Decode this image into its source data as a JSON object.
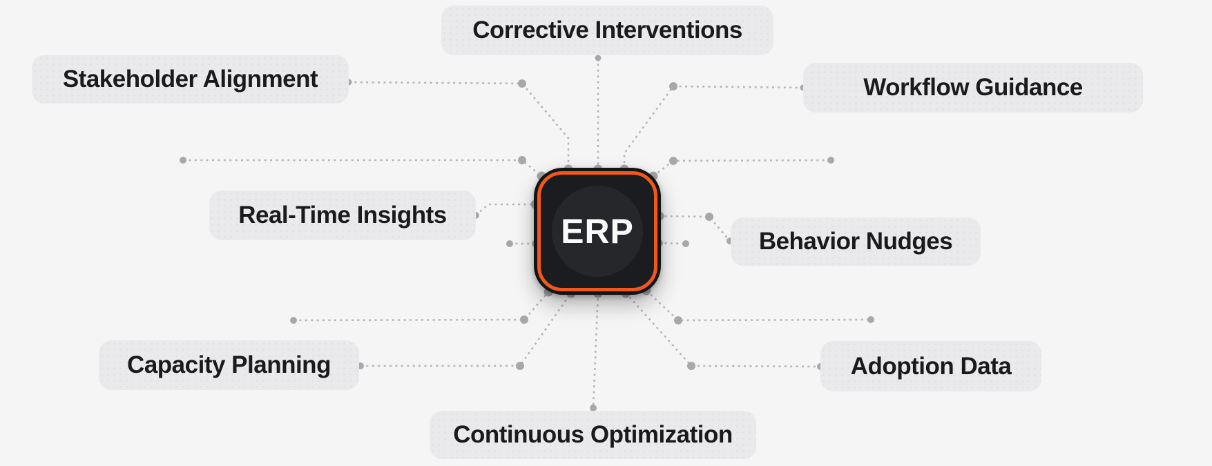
{
  "hub": {
    "label": "ERP"
  },
  "nodes": [
    {
      "id": "corrective-interventions",
      "label": "Corrective Interventions"
    },
    {
      "id": "stakeholder-alignment",
      "label": "Stakeholder Alignment"
    },
    {
      "id": "workflow-guidance",
      "label": "Workflow Guidance"
    },
    {
      "id": "real-time-insights",
      "label": "Real-Time Insights"
    },
    {
      "id": "behavior-nudges",
      "label": "Behavior Nudges"
    },
    {
      "id": "capacity-planning",
      "label": "Capacity Planning"
    },
    {
      "id": "adoption-data",
      "label": "Adoption Data"
    },
    {
      "id": "continuous-optimization",
      "label": "Continuous Optimization"
    }
  ],
  "colors": {
    "background": "#f5f5f6",
    "node_background": "#eaeaec",
    "node_text": "#1a1a1c",
    "hub_background": "#1b1c1f",
    "hub_ring": "#f2581a",
    "hub_inner_circle": "#26272b",
    "hub_text": "#fafafa",
    "connector_line": "#b6b6b9",
    "connector_dot": "#a8a8ab"
  }
}
